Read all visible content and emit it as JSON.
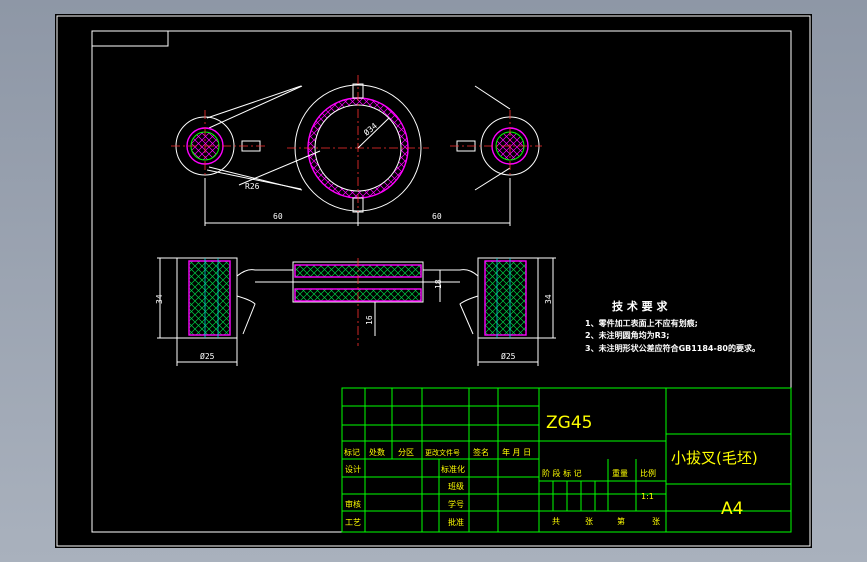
{
  "dimensions": {
    "dia_center": "Ø34",
    "radius": "R26",
    "span_left": "60",
    "span_right": "60",
    "height_left": "34",
    "height_right": "34",
    "web_thickness": "18",
    "web_offset": "16",
    "boss_left": "Ø25",
    "boss_right": "Ø25"
  },
  "tech": {
    "title": "技 术 要 求",
    "items": [
      "1、零件加工表面上不应有划痕;",
      "2、未注明圆角均为R3;",
      "3、未注明形状公差应符合GB1184-80的要求。"
    ]
  },
  "title_block": {
    "material": "ZG45",
    "part_name": "小拔叉(毛坯)",
    "sheet_size": "A4",
    "scale": "1:1",
    "rev_headers": [
      "标记",
      "处数",
      "分区",
      "更改文件号",
      "签名",
      "年 月 日"
    ],
    "row_design": "设计",
    "row_standard": "标准化",
    "row_check": "审核",
    "row_process": "工艺",
    "row_class": "班级",
    "row_student_no": "学号",
    "row_approve": "批准",
    "stage_headers": [
      "阶 段 标 记",
      "重量",
      "比例"
    ],
    "sheets": [
      "共",
      "张",
      "第",
      "张"
    ]
  }
}
